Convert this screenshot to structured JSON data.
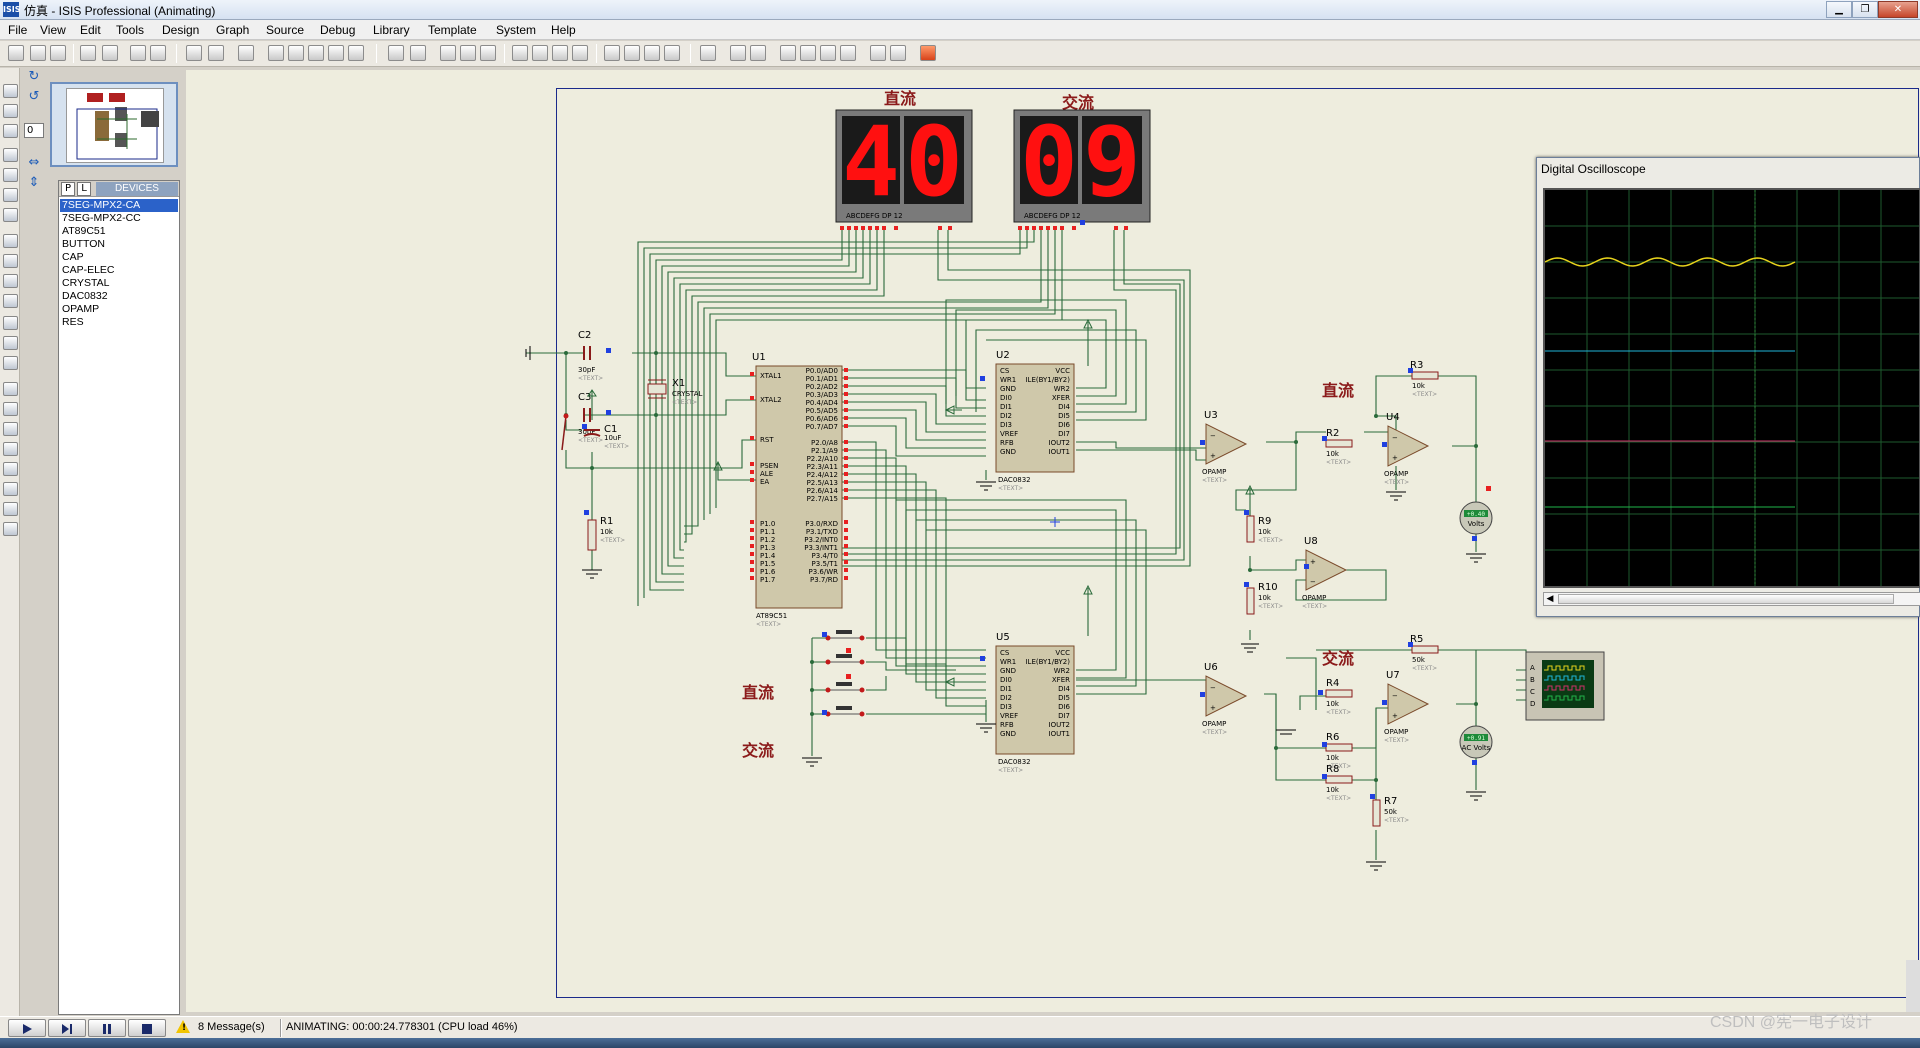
{
  "window": {
    "title": "仿真 - ISIS Professional (Animating)",
    "app_icon_text": "ISIS"
  },
  "menu": [
    "File",
    "View",
    "Edit",
    "Tools",
    "Design",
    "Graph",
    "Source",
    "Debug",
    "Library",
    "Template",
    "System",
    "Help"
  ],
  "rotation": {
    "value": "0"
  },
  "device_panel": {
    "p_label": "P",
    "l_label": "L",
    "header": "DEVICES",
    "items": [
      "7SEG-MPX2-CA",
      "7SEG-MPX2-CC",
      "AT89C51",
      "BUTTON",
      "CAP",
      "CAP-ELEC",
      "CRYSTAL",
      "DAC0832",
      "OPAMP",
      "RES"
    ],
    "selected_index": 0
  },
  "schematic": {
    "display_dc_label": "直流",
    "display_ac_label": "交流",
    "display_dc_digits": [
      "4",
      "0"
    ],
    "display_ac_digits": [
      "0",
      "9"
    ],
    "display_pins": "ABCDEFG  DP    12",
    "button_dc_label": "直流",
    "button_ac_label": "交流",
    "opamp_dc_label": "直流",
    "opamp_ac_label": "交流",
    "refs": {
      "u1": "U1",
      "u2": "U2",
      "u3": "U3",
      "u4": "U4",
      "u5": "U5",
      "u6": "U6",
      "u7": "U7",
      "u8": "U8",
      "c1": "C1",
      "c2": "C2",
      "c3": "C3",
      "x1": "X1",
      "r1": "R1",
      "r2": "R2",
      "r3": "R3",
      "r4": "R4",
      "r5": "R5",
      "r6": "R6",
      "r7": "R7",
      "r8": "R8",
      "r9": "R9",
      "r10": "R10"
    },
    "values": {
      "c2": "30pF",
      "c3": "30pF",
      "c1": "10uF",
      "x1": "CRYSTAL",
      "r1": "10k",
      "r2": "10k",
      "r3": "10k",
      "r4": "10k",
      "r5": "50k",
      "r6": "10k",
      "r7": "50k",
      "r8": "10k",
      "r9": "10k",
      "r10": "10k",
      "opamp": "OPAMP",
      "u1": "AT89C51",
      "dac": "DAC0832"
    },
    "text_tag": "<TEXT>",
    "u1_left_pins": [
      "XTAL1",
      "XTAL2",
      "RST",
      "PSEN",
      "ALE",
      "EA",
      "P1.0",
      "P1.1",
      "P1.2",
      "P1.3",
      "P1.4",
      "P1.5",
      "P1.6",
      "P1.7"
    ],
    "u1_right_pins": [
      "P0.0/AD0",
      "P0.1/AD1",
      "P0.2/AD2",
      "P0.3/AD3",
      "P0.4/AD4",
      "P0.5/AD5",
      "P0.6/AD6",
      "P0.7/AD7",
      "P2.0/A8",
      "P2.1/A9",
      "P2.2/A10",
      "P2.3/A11",
      "P2.4/A12",
      "P2.5/A13",
      "P2.6/A14",
      "P2.7/A15",
      "P3.0/RXD",
      "P3.1/TXD",
      "P3.2/INT0",
      "P3.3/INT1",
      "P3.4/T0",
      "P3.5/T1",
      "P3.6/WR",
      "P3.7/RD"
    ],
    "dac_left_pins": [
      "CS",
      "WR1",
      "GND",
      "DI0",
      "DI1",
      "DI2",
      "DI3",
      "VREF",
      "RFB",
      "GND"
    ],
    "dac_right_pins": [
      "VCC",
      "ILE(BY1/BY2)",
      "WR2",
      "XFER",
      "DI4",
      "DI5",
      "DI6",
      "DI7",
      "IOUT2",
      "IOUT1"
    ],
    "voltmeter_dc": {
      "reading": "+0.40",
      "label": "Volts"
    },
    "voltmeter_ac": {
      "reading": "+0.91",
      "label": "AC Volts"
    },
    "scope_channels": [
      "A",
      "B",
      "C",
      "D"
    ]
  },
  "oscilloscope": {
    "title": "Digital Oscilloscope",
    "colors": {
      "ch_a": "#e6d21c",
      "ch_b": "#1fb5d8",
      "ch_c": "#d0306a",
      "ch_d": "#21b34a",
      "grid": "#1e5a2e"
    }
  },
  "status": {
    "messages": "8 Message(s)",
    "animation": "ANIMATING: 00:00:24.778301 (CPU load 46%)"
  },
  "watermark": "CSDN @宪一电子设计"
}
